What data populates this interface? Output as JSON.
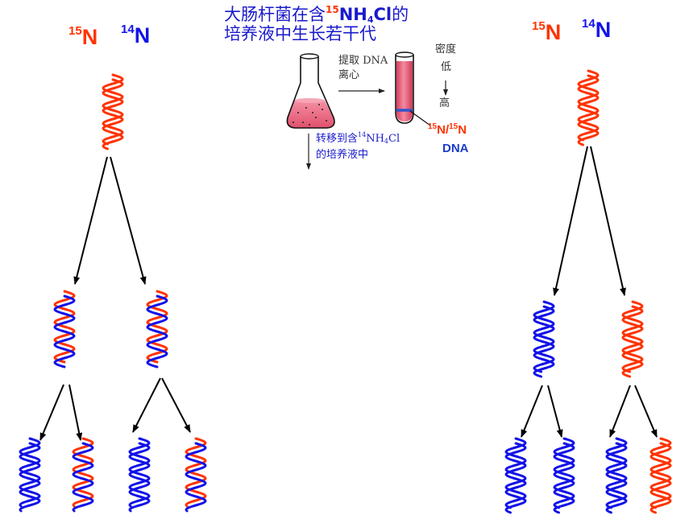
{
  "title": {
    "line1_prefix": "大肠杆菌在含",
    "line1_isotope": "15",
    "line1_formula_a": "NH",
    "line1_formula_sub": "4",
    "line1_formula_b": "Cl",
    "line1_suffix": "的",
    "line2": "培养液中生长若干代"
  },
  "left_key": {
    "heavy_mass": "15",
    "heavy_symbol": "N",
    "light_mass": "14",
    "light_symbol": "N"
  },
  "right_key": {
    "heavy_mass": "15",
    "heavy_symbol": "N",
    "light_mass": "14",
    "light_symbol": "N"
  },
  "centrifuge": {
    "extract_line1": "提取 DNA",
    "extract_line2": "离心",
    "density_title": "密度",
    "density_low": "低",
    "density_high": "高",
    "band_mass_1": "15",
    "band_symbol_1": "N/",
    "band_mass_2": "15",
    "band_symbol_2": "N",
    "band_molecule": "DNA"
  },
  "transfer": {
    "line1_prefix": "转移到含",
    "line1_isotope": "14",
    "line1_formula_a": "NH",
    "line1_formula_sub": "4",
    "line1_formula_b": "Cl",
    "line2": "的培养液中"
  },
  "colors": {
    "n15": "#ff3300",
    "n14": "#1212e8",
    "text_blue": "#1a1acc",
    "liquid": "#e85a76",
    "band": "#3355cc"
  },
  "left_tree": {
    "parent": {
      "strands": [
        "#ff3300",
        "#ff3300"
      ]
    },
    "generation_1": [
      {
        "strands": [
          "#ff3300",
          "#1212e8"
        ]
      },
      {
        "strands": [
          "#ff3300",
          "#1212e8"
        ]
      }
    ],
    "generation_2": [
      {
        "strands": [
          "#1212e8",
          "#1212e8"
        ]
      },
      {
        "strands": [
          "#ff3300",
          "#1212e8"
        ]
      },
      {
        "strands": [
          "#1212e8",
          "#1212e8"
        ]
      },
      {
        "strands": [
          "#ff3300",
          "#1212e8"
        ]
      }
    ]
  },
  "right_tree": {
    "parent": {
      "strands": [
        "#ff3300",
        "#ff3300"
      ]
    },
    "generation_1": [
      {
        "strands": [
          "#1212e8",
          "#1212e8"
        ]
      },
      {
        "strands": [
          "#ff3300",
          "#ff3300"
        ]
      }
    ],
    "generation_2": [
      {
        "strands": [
          "#1212e8",
          "#1212e8"
        ]
      },
      {
        "strands": [
          "#1212e8",
          "#1212e8"
        ]
      },
      {
        "strands": [
          "#1212e8",
          "#1212e8"
        ]
      },
      {
        "strands": [
          "#ff3300",
          "#ff3300"
        ]
      }
    ]
  }
}
